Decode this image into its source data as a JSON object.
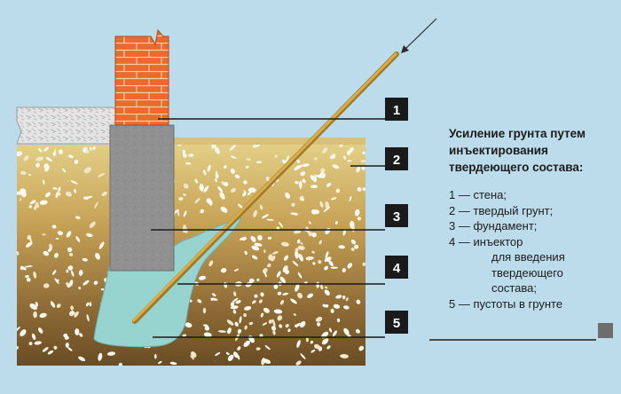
{
  "callouts": [
    "1",
    "2",
    "3",
    "4",
    "5"
  ],
  "legend": {
    "title_lines": [
      "Усиление грунта путем",
      "инъектирования",
      "твердеющего состава:"
    ],
    "items": [
      {
        "text": "1 — стена;"
      },
      {
        "text": "2 — твердый грунт;"
      },
      {
        "text": "3 — фундамент;"
      },
      {
        "text": "4 — инъектор",
        "continuation": [
          "для введения",
          "твердеющего",
          "состава;"
        ]
      },
      {
        "text": "5 — пустоты в грунте"
      }
    ]
  },
  "colors": {
    "background": "#bcdcec",
    "soil_top": "#e2cf86",
    "soil_bottom": "#6e5026",
    "brick": "#e9662a",
    "foundation": "#8f8f8f",
    "injection": "#97d3cf",
    "injector": "#c79a3c",
    "callout_box": "#1a1a1a"
  }
}
